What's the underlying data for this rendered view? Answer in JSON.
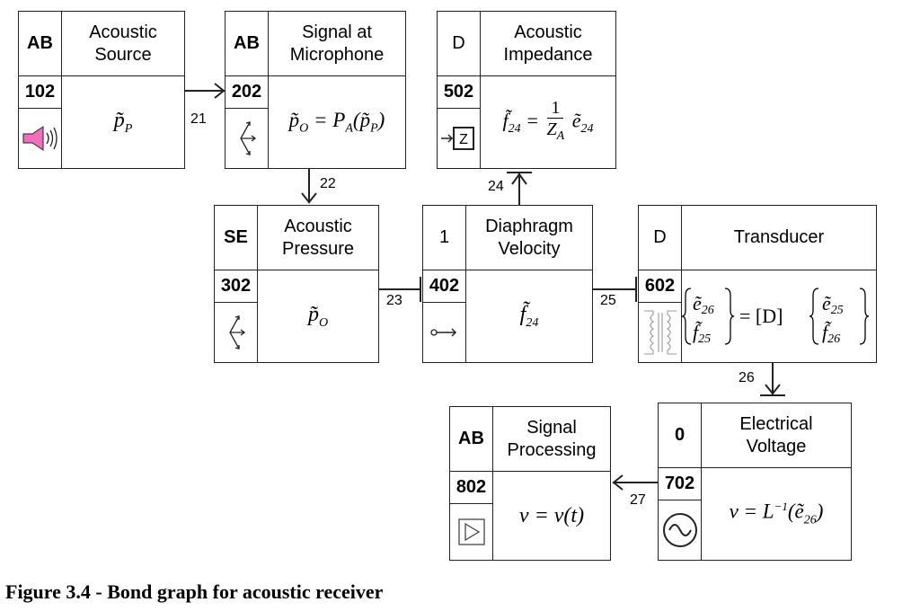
{
  "blocks": {
    "b102": {
      "type": "AB",
      "id": "102",
      "title": "Acoustic Source",
      "title_lines": [
        "Acoustic",
        "Source"
      ],
      "var": "p̃",
      "var_sub": "P"
    },
    "b202": {
      "type": "AB",
      "id": "202",
      "title_lines": [
        "Signal at",
        "Microphone"
      ],
      "eq_lhs": "p̃",
      "eq_lhs_sub": "O",
      "eq_mid": " = P",
      "eq_mid_sub": "A",
      "eq_arg": "(p̃",
      "eq_arg_sub": "P",
      "eq_close": ")"
    },
    "b502": {
      "type": "D",
      "id": "502",
      "title_lines": [
        "Acoustic",
        "Impedance"
      ],
      "icon_letter": "Z",
      "lhs": "f̃",
      "lhs_sub": "24",
      "num": "1",
      "den": "Z",
      "den_sub": "A",
      "rhs": "ẽ",
      "rhs_sub": "24"
    },
    "b302": {
      "type": "SE",
      "id": "302",
      "title_lines": [
        "Acoustic",
        "Pressure"
      ],
      "var": "p̃",
      "var_sub": "O"
    },
    "b402": {
      "type": "1",
      "id": "402",
      "title_lines": [
        "Diaphragm",
        "Velocity"
      ],
      "var": "f̃",
      "var_sub": "24"
    },
    "b602": {
      "type": "D",
      "id": "602",
      "title_lines": [
        "Transducer"
      ],
      "v1a": "ẽ",
      "v1a_sub": "26",
      "v1b": "f̃",
      "v1b_sub": "25",
      "mid": "= [D]",
      "v2a": "ẽ",
      "v2a_sub": "25",
      "v2b": "f̃",
      "v2b_sub": "26"
    },
    "b702": {
      "type": "0",
      "id": "702",
      "title_lines": [
        "Electrical",
        "Voltage"
      ],
      "eq": "v = L",
      "eq_sup": "−1",
      "eq_arg": "(ẽ",
      "eq_arg_sub": "26",
      "eq_close": ")"
    },
    "b802": {
      "type": "AB",
      "id": "802",
      "title_lines": [
        "Signal",
        "Processing"
      ],
      "eq": "v = v(t)"
    }
  },
  "bonds": {
    "b21": "21",
    "b22": "22",
    "b23": "23",
    "b24": "24",
    "b25": "25",
    "b26": "26",
    "b27": "27"
  },
  "caption": "Figure 3.4 - Bond graph for acoustic receiver",
  "colors": {
    "speaker": "#f26fbd",
    "line": "#222222"
  }
}
